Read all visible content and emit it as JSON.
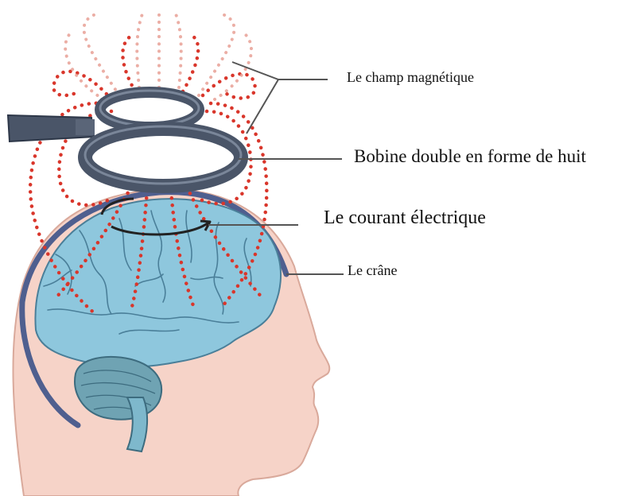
{
  "labels": {
    "magnetic_field": "Le champ magnétique",
    "coil": "Bobine double en forme de huit",
    "current": "Le courant électrique",
    "skull": "Le crâne"
  },
  "colors": {
    "background": "#ffffff",
    "skin": "#f6d3c8",
    "skull": "#4f5f8f",
    "brain": "#8ec7dd",
    "brain_folds": "#4a7f99",
    "cerebellum": "#6fa3b3",
    "coil": "#4a5568",
    "field_lines": "#d9362b",
    "leader_lines": "#555555",
    "text": "#111111"
  },
  "icons": {
    "field_lines": "red-dotted-magnetic-field-lines",
    "coil": "figure-eight-coil",
    "current": "current-arrow"
  }
}
